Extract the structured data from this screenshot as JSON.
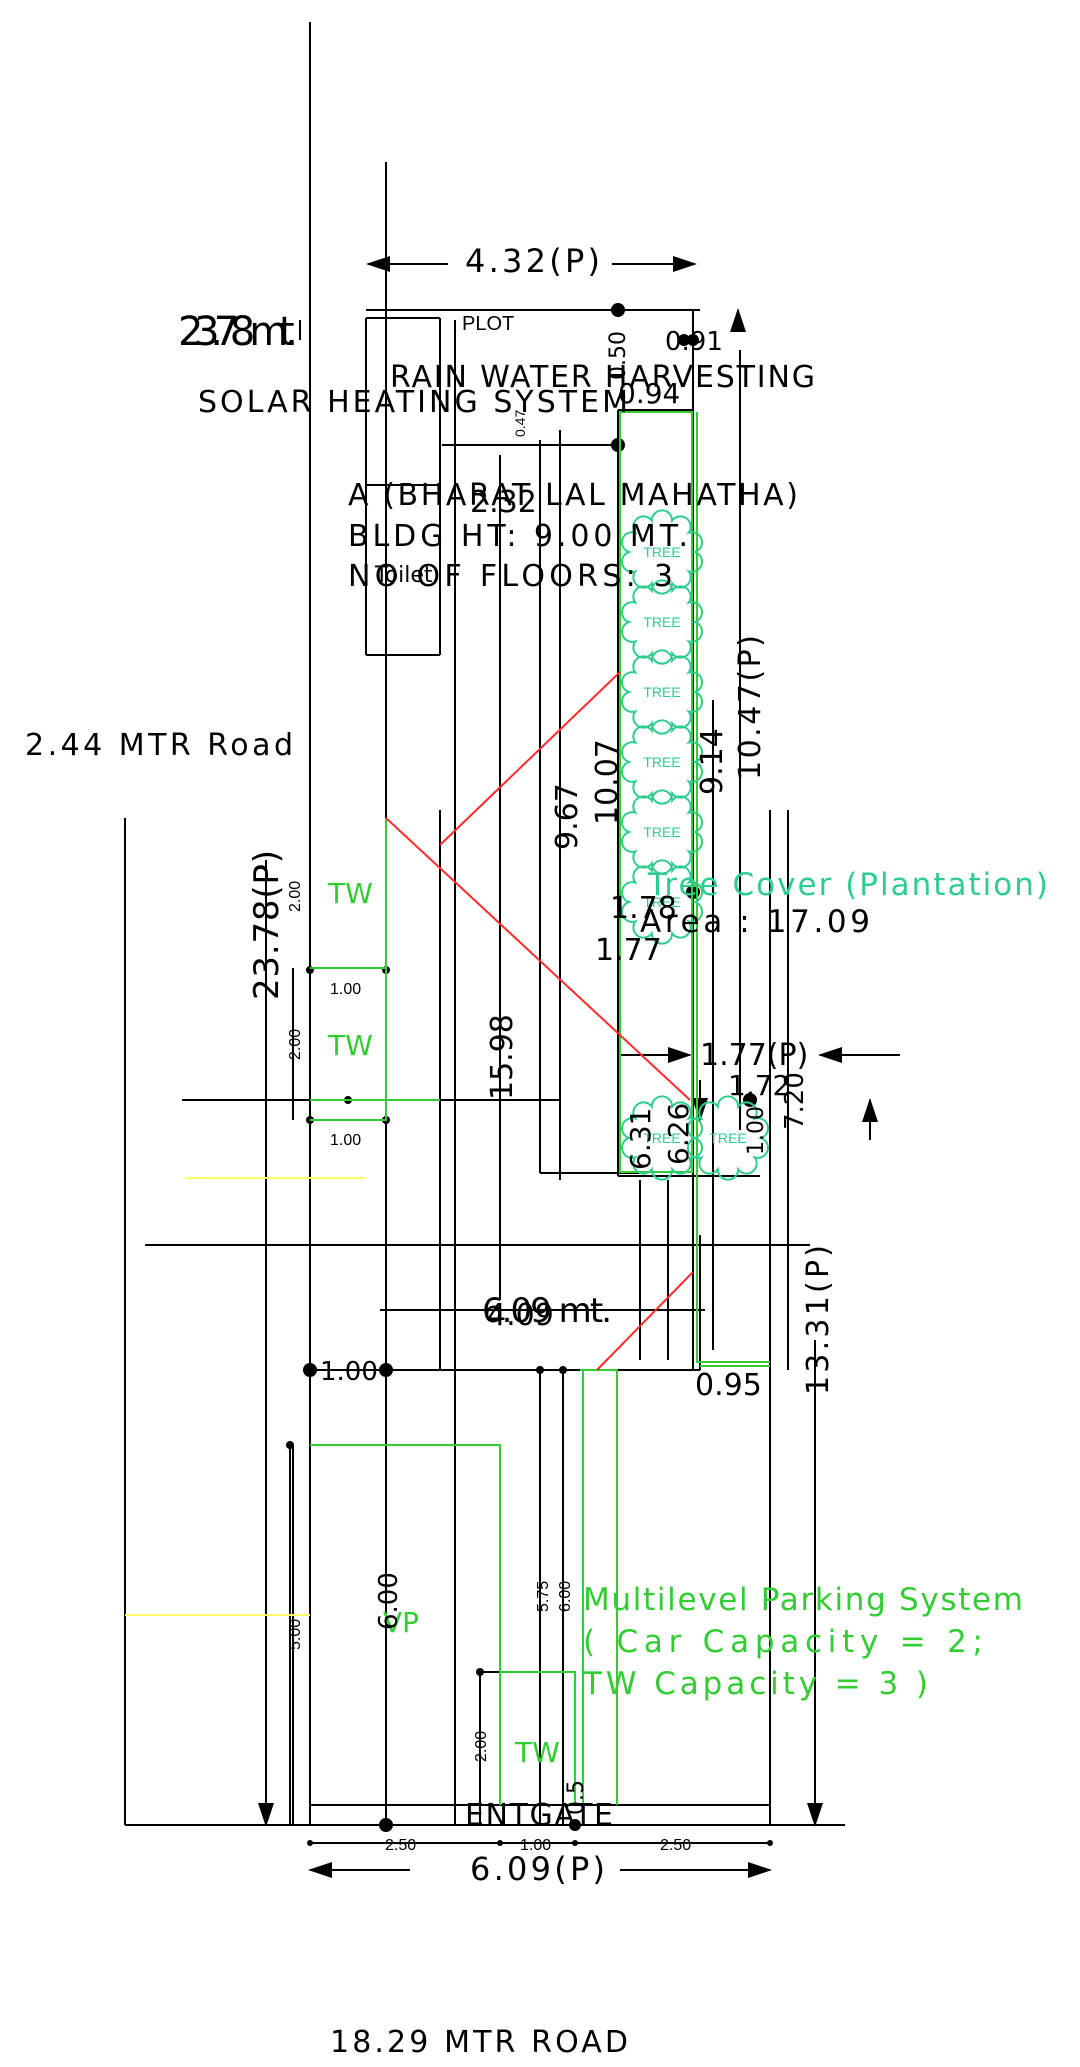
{
  "plot_label": "PLOT",
  "rain_water": "RAIN WATER HARVESTING",
  "solar": "SOLAR HEATING SYSTEM",
  "owner": "A (BHARAT LAL MAHATHA)",
  "bldg_ht": "BLDG HT: 9.00 MT.",
  "floors": "NO OF FLOORS: 3",
  "toilet": "Toilet",
  "road_side": "2.44 MTR Road",
  "road_front": "18.29 MTR ROAD",
  "entgate": "ENTGATE",
  "tree_cover": "Tree Cover (Plantation)",
  "tree_area": "Area : 17.09",
  "tree_label": "TREE",
  "parking": {
    "line1": "Multilevel Parking System",
    "line2": "( Car Capacity = 2;",
    "line3": "TW Capacity = 3 )"
  },
  "labels": {
    "tw": "TW",
    "vp": "VP"
  },
  "dims": {
    "top_width": "4.32(P)",
    "left_height_big": "23.78 mt.",
    "left_height_p": "23.78(P)",
    "bottom_width": "6.09(P)",
    "mid_width_mt": "6.09 mt.",
    "mid_width_overlap": "4.09",
    "right_10_47": "10.47(P)",
    "right_13_31": "13.31(P)",
    "d_15_98": "15.98",
    "d_9_67": "9.67",
    "d_10_07": "10.07",
    "d_9_14": "9.14",
    "d_1_78": "1.78",
    "d_1_77": "1.77",
    "d_1_77p": "1.77(P)",
    "d_1_72": "1.72",
    "d_0_94": "0.94",
    "d_0_91": "0.91",
    "d_0_50": "0.50",
    "d_0_47": "0.47",
    "d_2_32": "2.32",
    "d_0_95": "0.95",
    "d_6_31": "6.31",
    "d_6_26": "6.26",
    "d_1_00": "1.00",
    "d_7_20": "7.20",
    "d_1_00_big": "1.00",
    "d_6_00": "6.00",
    "d_5_75": "5.75",
    "d_6_00_small": "6.00",
    "d_5_00": "5.00",
    "d_2_00": "2.00",
    "d_2_50": "2.50",
    "d_1_00_small": "1.00",
    "d_0_5x": "0.5"
  },
  "colors": {
    "line": "#000000",
    "green": "#33cc33",
    "cyan": "#2ecc8f",
    "red": "#ff2b2b",
    "yellow": "#ffff66"
  }
}
